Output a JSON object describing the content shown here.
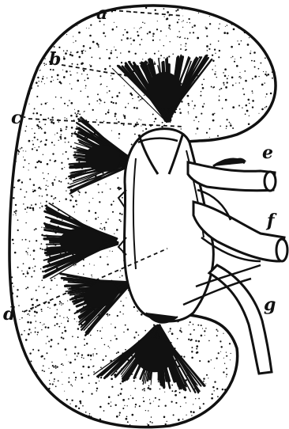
{
  "labels": {
    "a": "a",
    "b": "b",
    "c": "c",
    "d": "d",
    "e": "e",
    "f": "f",
    "g": "g"
  },
  "colors": {
    "ink": "#111111",
    "paper": "#ffffff"
  }
}
